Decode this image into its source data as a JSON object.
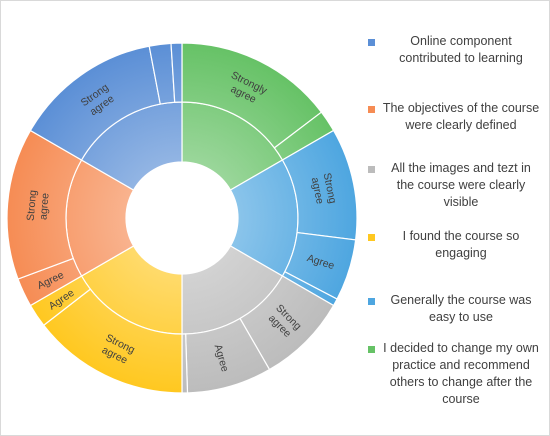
{
  "chart_data": {
    "type": "sunburst",
    "series": [
      {
        "name": "Online component contributed to learning",
        "color": "#5b8fd6",
        "segments": [
          {
            "label": "Strong agree",
            "value": 0.82
          },
          {
            "label": "",
            "value": 0.12
          },
          {
            "label": "",
            "value": 0.06
          }
        ]
      },
      {
        "name": "The objectives of the course were clearly defined",
        "color": "#f68c54",
        "segments": [
          {
            "label": "Agree",
            "value": 0.16
          },
          {
            "label": "Strong agree",
            "value": 0.84
          }
        ]
      },
      {
        "name": "All the images and tezt in the course were clearly visible",
        "color": "#bcbcbc",
        "segments": [
          {
            "label": "Strong agree",
            "value": 0.5
          },
          {
            "label": "Agree",
            "value": 0.47
          },
          {
            "label": "",
            "value": 0.03
          }
        ]
      },
      {
        "name": "I found the course so engaging",
        "color": "#ffc820",
        "segments": [
          {
            "label": "Strong agree",
            "value": 0.87
          },
          {
            "label": "Agree",
            "value": 0.13
          }
        ]
      },
      {
        "name": "Generally the course was easy to use",
        "color": "#4ea6e0",
        "segments": [
          {
            "label": "Strong agree",
            "value": 0.62
          },
          {
            "label": "Agree",
            "value": 0.34
          },
          {
            "label": "",
            "value": 0.04
          }
        ]
      },
      {
        "name": "I decided to change my own practice and recommend others to change after the course",
        "color": "#66c266",
        "segments": [
          {
            "label": "Strongly agree",
            "value": 0.88
          },
          {
            "label": "",
            "value": 0.12
          }
        ]
      }
    ],
    "inner_values": [
      0.1667,
      0.1667,
      0.1667,
      0.1667,
      0.1667,
      0.1667
    ],
    "legend_position": "right"
  }
}
